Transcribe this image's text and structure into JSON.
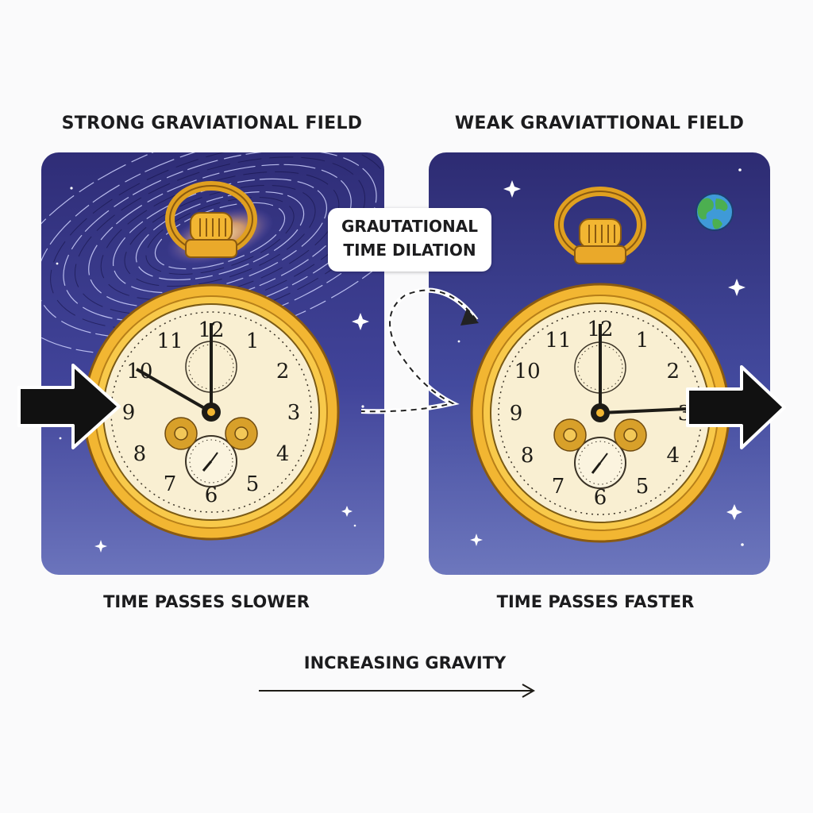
{
  "headings": {
    "left": "STRONG GRAVIATIONAL FIELD",
    "right": "WEAK GRAVIATTIONAL FIELD"
  },
  "callout": {
    "line1": "GRAUTATIONAL",
    "line2": "TIME DILATION"
  },
  "captions": {
    "left": "TIME PASSES SLOWER",
    "right": "TIME PASSES FASTER"
  },
  "axis": {
    "label": "INCREASING GRAVITY"
  },
  "clock_numerals": [
    "12",
    "1",
    "2",
    "3",
    "4",
    "5",
    "6",
    "7",
    "8",
    "9",
    "10",
    "11"
  ],
  "colors": {
    "panel_top": "#2f2d77",
    "panel_bottom": "#6b74bc",
    "gold": "#f2b632",
    "dial": "#f9efd2"
  },
  "icons": [
    "galaxy-swirl-icon",
    "earth-icon",
    "pocket-watch-icon",
    "arrow-right-icon",
    "dashed-curved-arrow-icon",
    "sparkle-star-icon"
  ]
}
